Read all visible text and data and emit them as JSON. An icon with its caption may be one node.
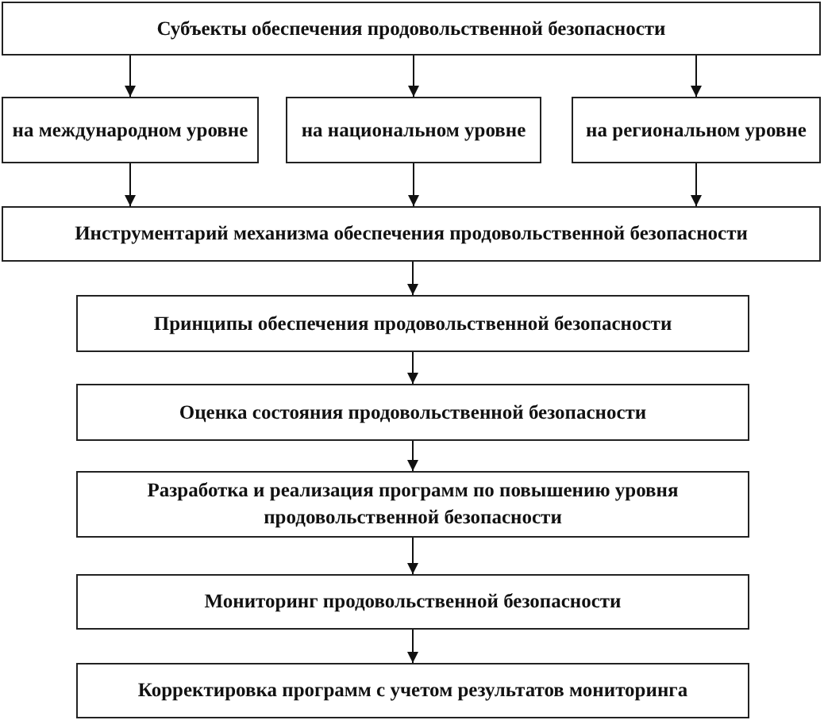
{
  "diagram": {
    "nodes": [
      {
        "text": [
          "Субъекты обеспечения продовольственной безопасности"
        ]
      },
      {
        "text": [
          "на международном уровне"
        ]
      },
      {
        "text": [
          "на национальном уровне"
        ]
      },
      {
        "text": [
          "на региональном уровне"
        ]
      },
      {
        "text": [
          "Инструментарий механизма обеспечения продовольственной безопасности"
        ]
      },
      {
        "text": [
          "Принципы обеспечения продовольственной безопасности"
        ]
      },
      {
        "text": [
          "Оценка состояния продовольственной безопасности"
        ]
      },
      {
        "text": [
          "Разработка и реализация программ по повышению уровня продовольственной безопасности"
        ]
      },
      {
        "text": [
          "Мониторинг продовольственной безопасности"
        ]
      },
      {
        "text": [
          "Корректировка программ с учетом результатов мониторинга"
        ]
      }
    ],
    "edges": [
      {
        "from": 0,
        "to": 1,
        "arrow": "to"
      },
      {
        "from": 0,
        "to": 2,
        "arrow": "to"
      },
      {
        "from": 0,
        "to": 3,
        "arrow": "to"
      },
      {
        "from": 1,
        "to": 4,
        "arrow": "to"
      },
      {
        "from": 2,
        "to": 4,
        "arrow": "to"
      },
      {
        "from": 3,
        "to": 4,
        "arrow": "to"
      },
      {
        "from": 4,
        "to": 5,
        "arrow": "to"
      },
      {
        "from": 5,
        "to": 6,
        "arrow": "to"
      },
      {
        "from": 6,
        "to": 7,
        "arrow": "to"
      },
      {
        "from": 7,
        "to": 8,
        "arrow": "to"
      },
      {
        "from": 8,
        "to": 9,
        "arrow": "to"
      }
    ]
  }
}
